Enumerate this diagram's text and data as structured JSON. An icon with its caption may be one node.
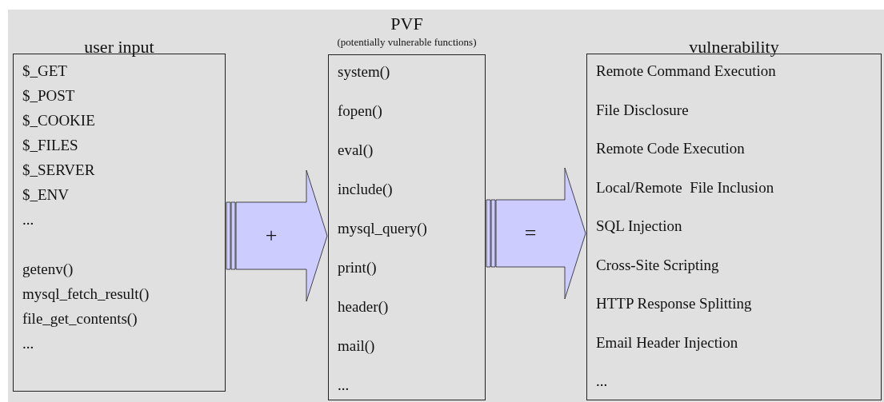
{
  "diagram": {
    "nodes": [
      {
        "text": [
          "user input",
          "$_GET",
          "$_POST",
          "$_COOKIE",
          "$_FILES",
          "$_SERVER",
          "$_ENV",
          "...",
          "getenv()",
          "mysql_fetch_result()",
          "file_get_contents()",
          "..."
        ]
      },
      {
        "text": [
          "PVF",
          "(potentially vulnerable functions)",
          "system()",
          "fopen()",
          "eval()",
          "include()",
          "mysql_query()",
          "print()",
          "header()",
          "mail()",
          "..."
        ]
      },
      {
        "text": [
          "vulnerability",
          "Remote Command Execution",
          "File Disclosure",
          "Remote Code Execution",
          "Local/Remote  File Inclusion",
          "SQL Injection",
          "Cross-Site Scripting",
          "HTTP Response Splitting",
          "Email Header Injection",
          "..."
        ]
      }
    ],
    "edges": [
      {
        "from": 0,
        "to": 1,
        "arrow": "to",
        "label": "+",
        "style": "thick"
      },
      {
        "from": 1,
        "to": 2,
        "arrow": "to",
        "label": "=",
        "style": "thick"
      }
    ]
  }
}
